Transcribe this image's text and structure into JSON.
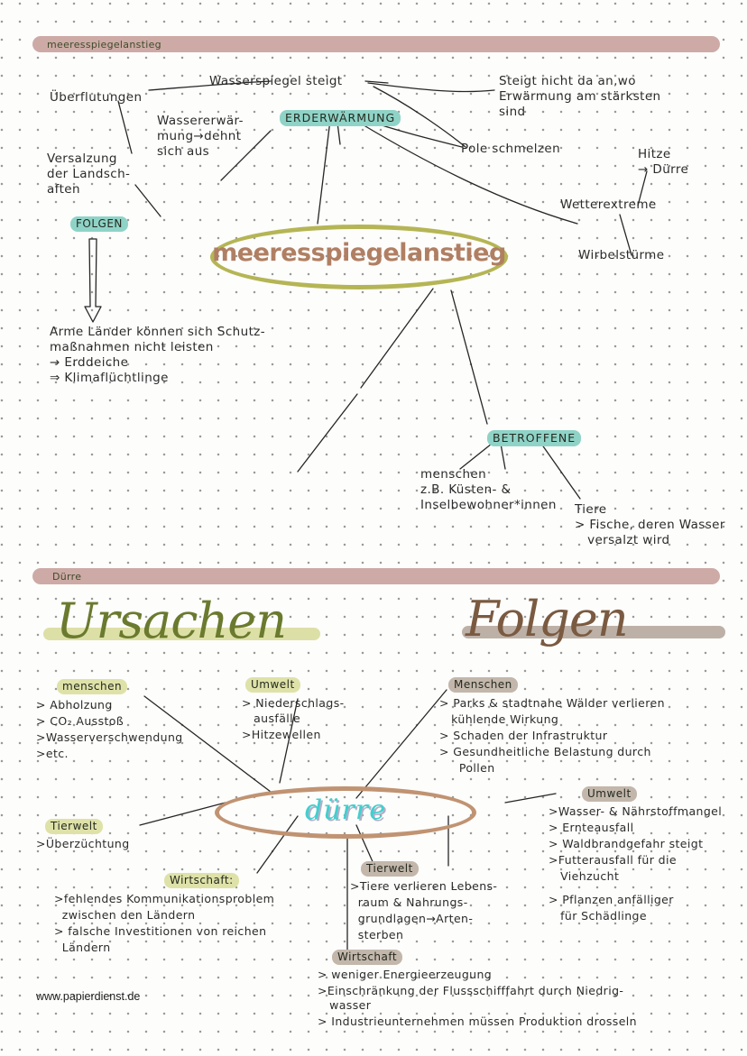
{
  "page": {
    "footer": "www.papierdienst.de"
  },
  "section_meeresspiegel": {
    "banner_label": "meeresspiegelanstieg",
    "center_title": "meeresspiegelanstieg",
    "nodes": {
      "ueberflutungen": "Überflutungen",
      "versalzung": "Versalzung\nder Landsch-\naften",
      "wasserspiegel": "Wasserspiegel steigt",
      "wassererwaermung": "Wassererwär-\nmung→dehnt\nsich aus",
      "erderwaermung": "ERDERWÄRMUNG",
      "steigt_nicht": "Steigt nicht da an,wo\nErwärmung am stärksten\nsind",
      "pole_schmelzen": "Pole schmelzen",
      "hitze": "Hitze\n→ Dürre",
      "wetterextreme": "Wetterextreme",
      "wirbelstuerme": "Wirbelstürme",
      "folgen_tag": "FOLGEN",
      "arme_laender": "Arme Länder können sich Schutz-\nmaßnahmen nicht leisten\n→ Erddeiche\n⇒ Klimaflüchtlinge",
      "betroffene_tag": "BETROFFENE",
      "menschen": "menschen\nz.B. Küsten- &\nInselbewohner*innen",
      "tiere": "Tiere\n> Fische, deren Wasser\n   versalzt wird"
    }
  },
  "section_duerre": {
    "banner_label": "Dürre",
    "center_title": "dürre",
    "heading_causes": "Ursachen",
    "heading_effects": "Folgen",
    "causes": [
      {
        "tag": "menschen",
        "tag_color": "olive",
        "items": [
          "> Abholzung",
          "> CO₂ Ausstoß",
          ">Wasserverschwendung",
          ">etc."
        ]
      },
      {
        "tag": "Umwelt",
        "tag_color": "olive",
        "items": [
          "> Niederschlags-",
          "   ausfälle",
          ">Hitzewellen"
        ]
      },
      {
        "tag": "Tierwelt",
        "tag_color": "olive",
        "items": [
          ">Überzüchtung"
        ]
      },
      {
        "tag": "Wirtschaft:",
        "tag_color": "olive",
        "items": [
          ">fehlendes Kommunikationsproblem",
          "  zwischen den Ländern",
          "> falsche Investitionen von reichen",
          "  Ländern"
        ]
      }
    ],
    "effects": [
      {
        "tag": "Menschen",
        "tag_color": "taupe",
        "items": [
          "> Parks & stadtnahe Wälder verlieren",
          "   kühlende Wirkung",
          "> Schaden der Infrastruktur",
          "> Gesundheitliche Belastung durch",
          "     Pollen"
        ]
      },
      {
        "tag": "Umwelt",
        "tag_color": "taupe",
        "items": [
          ">Wasser- & Nährstoffmangel",
          "> Ernteausfall",
          "> Waldbrandgefahr steigt",
          ">Futterausfall für die",
          "   Viehzucht",
          "> Pflanzen anfälliger",
          "   für Schädlinge"
        ]
      },
      {
        "tag": "Tierwelt",
        "tag_color": "taupe",
        "items": [
          ">Tiere verlieren Lebens-",
          "  raum & Nahrungs-",
          "  grundlagen→Arten-",
          "  sterben"
        ]
      },
      {
        "tag": "Wirtschaft",
        "tag_color": "taupe",
        "items": [
          "> weniger Energieerzeugung",
          ">Einschränkung der Flussschifffahrt durch Niedrig-",
          "   wasser",
          "> Industrieunternehmen müssen Produktion drosseln"
        ]
      }
    ]
  },
  "colors": {
    "banner": "#cdaaa6",
    "oval_meer_border": "#b5b555",
    "oval_meer_text": "#b07f63",
    "oval_duerre_border": "#c09372",
    "oval_duerre_text": "#3fd0cf",
    "tag_teal": "#8fd3c7",
    "tag_olive": "#dfe2a8",
    "tag_taupe": "#c3b7ab",
    "script_ursachen": "#6a7a2e",
    "script_folgen": "#7a5a41",
    "ink": "#2b2b2b"
  }
}
